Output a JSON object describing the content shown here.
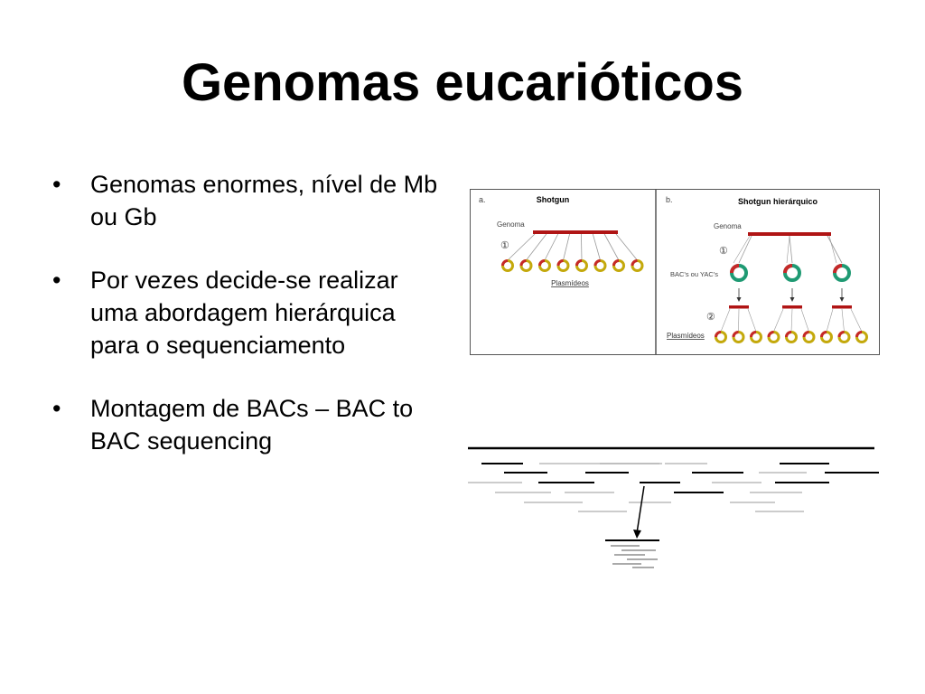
{
  "slide": {
    "title": "Genomas eucarióticos",
    "bullets": [
      "Genomas enormes, nível de Mb ou Gb",
      "Por vezes decide-se realizar uma abordagem hierárquica para o sequenciamento",
      "Montagem de BACs – BAC to BAC sequencing"
    ],
    "bullet_glyph": "•"
  },
  "diagram": {
    "panel_a": {
      "letter": "a.",
      "title": "Shotgun",
      "genome_label": "Genoma",
      "step": "①",
      "plasmid_label": "Plasmídeos",
      "plasmid_count": 8
    },
    "panel_b": {
      "letter": "b.",
      "title": "Shotgun hierárquico",
      "genome_label": "Genoma",
      "step1": "①",
      "bac_label": "BAC's ou YAC's",
      "step2": "②",
      "plasmid_label": "Plasmídeos",
      "bac_count": 3,
      "plasmid_count": 9
    },
    "colors": {
      "genome": "#b01515",
      "bac_ring": "#1f9a73",
      "plasmid_outer": "#c4a90c",
      "plasmid_accent": "#c62828",
      "line": "#999999",
      "border": "#555555"
    }
  }
}
